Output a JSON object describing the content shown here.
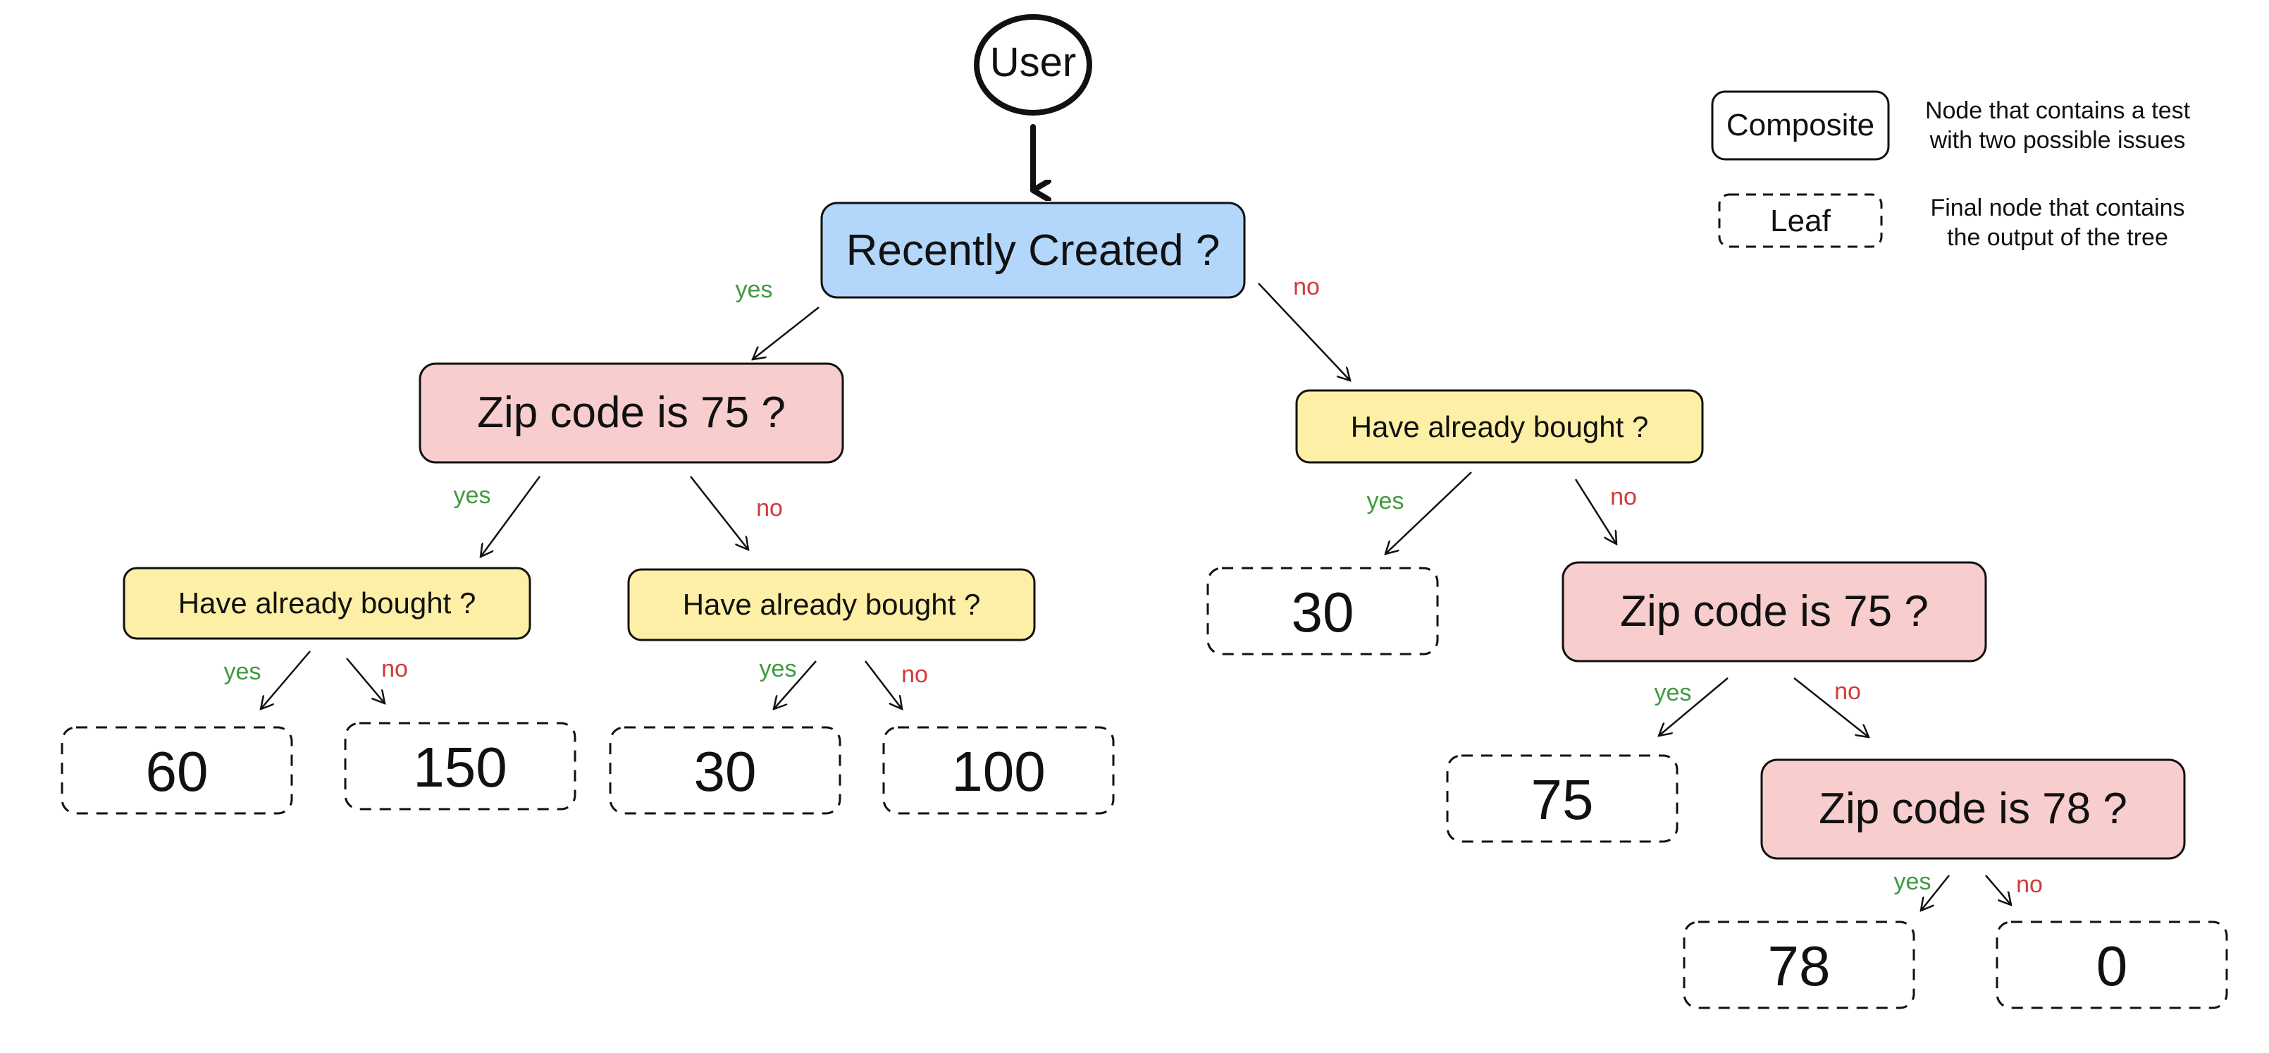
{
  "start": {
    "label": "User"
  },
  "legend": {
    "composite": {
      "label": "Composite",
      "description_line1": "Node that contains a test",
      "description_line2": "with two possible issues"
    },
    "leaf": {
      "label": "Leaf",
      "description_line1": "Final node that contains",
      "description_line2": "the output of the tree"
    }
  },
  "edge_labels": {
    "yes": "yes",
    "no": "no"
  },
  "colors": {
    "root_fill": "#b3d7fb",
    "zip_fill": "#f8cdcd",
    "bought_fill": "#fdefa5",
    "yes_text": "#3f9a3f",
    "no_text": "#d23a3a",
    "stroke": "#111111"
  },
  "nodes": {
    "root": "Recently Created ?",
    "zip_left": "Zip code is 75 ?",
    "bought_left_left": "Have already bought ?",
    "bought_left_right": "Have already bought ?",
    "bought_right": "Have already bought ?",
    "zip_right_75": "Zip code is 75 ?",
    "zip_right_78": "Zip code is 78 ?",
    "leaf_60": "60",
    "leaf_150": "150",
    "leaf_30_left": "30",
    "leaf_100": "100",
    "leaf_30_right": "30",
    "leaf_75": "75",
    "leaf_78": "78",
    "leaf_0": "0"
  }
}
